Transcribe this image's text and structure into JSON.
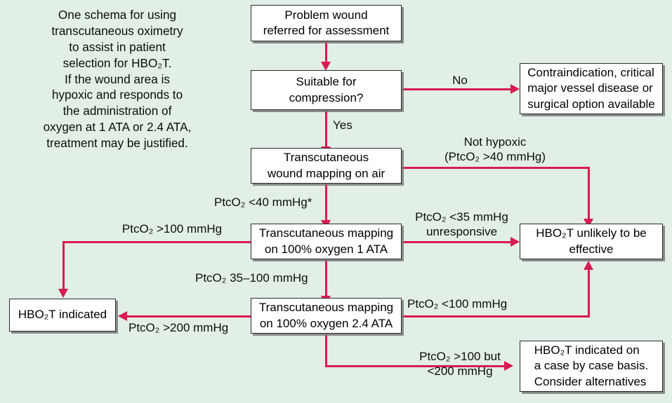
{
  "figure": {
    "caption": "One schema for using\ntranscutaneous oximetry\nto assist in patient\nselection for HBO₂T.\nIf the wound area is\nhypoxic and responds to\nthe administration of\noxygen at 1 ATA or 2.4 ATA,\ntreatment may be justified.",
    "background_color": "#e2efe6",
    "connector_color": "#d81b50",
    "node_fill": "#ffffff",
    "node_border": "#2b2b2b"
  },
  "nodes": {
    "problem_wound": "Problem wound\nreferred for assessment",
    "suitable": "Suitable for\ncompression?",
    "contraindication": "Contraindication, critical\nmajor vessel disease or\nsurgical option available",
    "mapping_air": "Transcutaneous\nwound mapping on air",
    "mapping_1ata": "Transcutaneous mapping\non 100% oxygen 1 ATA",
    "mapping_24ata": "Transcutaneous mapping\non 100% oxygen 2.4 ATA",
    "unlikely_effective": "HBO₂T unlikely to be\neffective",
    "indicated": "HBO₂T indicated",
    "case_by_case": "HBO₂T indicated on\na case by case basis.\nConsider alternatives"
  },
  "edge_labels": {
    "no": "No",
    "yes": "Yes",
    "not_hypoxic": "Not hypoxic\n(PtcO₂ >40 mmHg)",
    "ptco2_lt40": "PtcO₂ <40 mmHg*",
    "ptco2_gt100": "PtcO₂ >100 mmHg",
    "ptco2_lt35_unresponsive": "PtcO₂ <35 mmHg\nunresponsive",
    "ptco2_35_100": "PtcO₂ 35–100 mmHg",
    "ptco2_gt200": "PtcO₂ >200 mmHg",
    "ptco2_lt100": "PtcO₂ <100 mmHg",
    "ptco2_gt100_lt200": "PtcO₂ >100 but\n<200 mmHg"
  }
}
